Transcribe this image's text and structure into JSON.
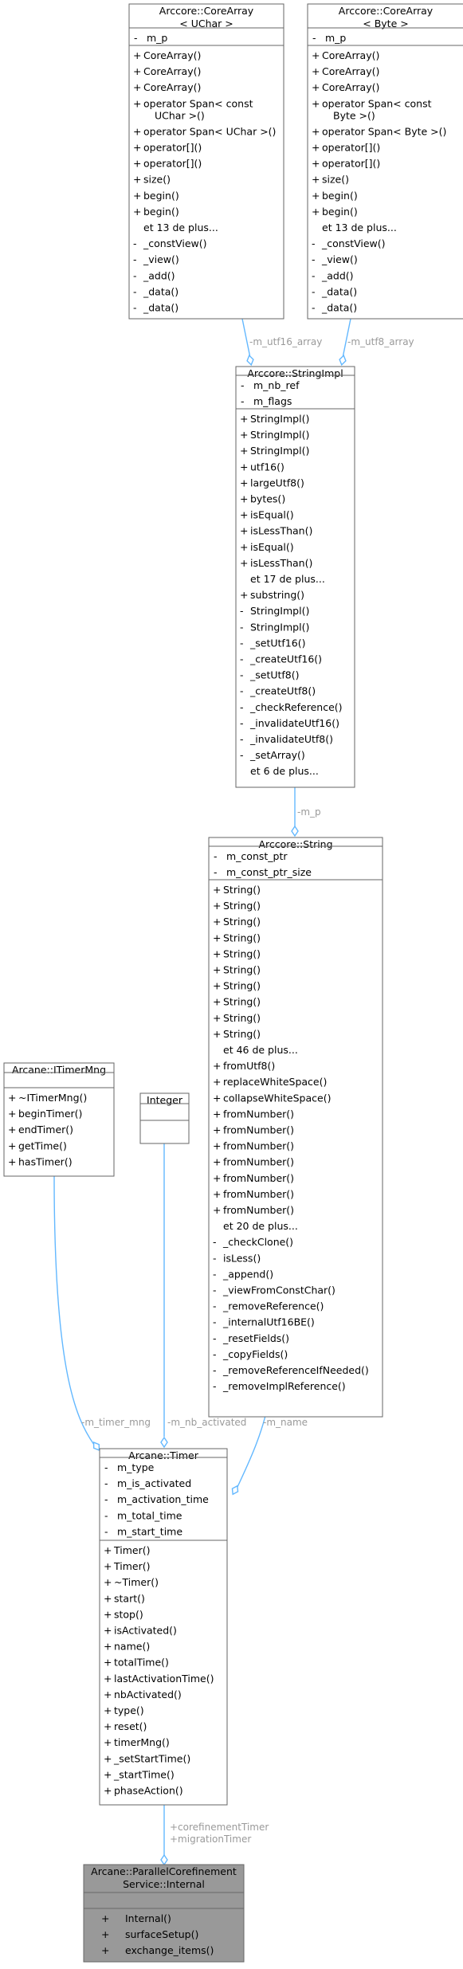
{
  "classes": {
    "corearray_uchar": {
      "title": [
        "Arccore::CoreArray",
        "< UChar >"
      ],
      "attributes": [
        {
          "v": "-",
          "t": "m_p"
        }
      ],
      "methods": [
        {
          "v": "+",
          "t": [
            "CoreArray()"
          ]
        },
        {
          "v": "+",
          "t": [
            "CoreArray()"
          ]
        },
        {
          "v": "+",
          "t": [
            "CoreArray()"
          ]
        },
        {
          "v": "+",
          "t": [
            "operator Span< const",
            "UChar >()"
          ]
        },
        {
          "v": "+",
          "t": [
            "operator Span< UChar >()"
          ]
        },
        {
          "v": "+",
          "t": [
            "operator[]()"
          ]
        },
        {
          "v": "+",
          "t": [
            "operator[]()"
          ]
        },
        {
          "v": "+",
          "t": [
            "size()"
          ]
        },
        {
          "v": "+",
          "t": [
            "begin()"
          ]
        },
        {
          "v": "+",
          "t": [
            "begin()"
          ]
        },
        {
          "v": "",
          "t": [
            "et 13 de plus..."
          ]
        },
        {
          "v": "-",
          "t": [
            "_constView()"
          ]
        },
        {
          "v": "-",
          "t": [
            "_view()"
          ]
        },
        {
          "v": "-",
          "t": [
            "_add()"
          ]
        },
        {
          "v": "-",
          "t": [
            "_data()"
          ]
        },
        {
          "v": "-",
          "t": [
            "_data()"
          ]
        }
      ]
    },
    "corearray_byte": {
      "title": [
        "Arccore::CoreArray",
        "< Byte >"
      ],
      "attributes": [
        {
          "v": "-",
          "t": "m_p"
        }
      ],
      "methods": [
        {
          "v": "+",
          "t": [
            "CoreArray()"
          ]
        },
        {
          "v": "+",
          "t": [
            "CoreArray()"
          ]
        },
        {
          "v": "+",
          "t": [
            "CoreArray()"
          ]
        },
        {
          "v": "+",
          "t": [
            "operator Span< const",
            "Byte >()"
          ]
        },
        {
          "v": "+",
          "t": [
            "operator Span< Byte >()"
          ]
        },
        {
          "v": "+",
          "t": [
            "operator[]()"
          ]
        },
        {
          "v": "+",
          "t": [
            "operator[]()"
          ]
        },
        {
          "v": "+",
          "t": [
            "size()"
          ]
        },
        {
          "v": "+",
          "t": [
            "begin()"
          ]
        },
        {
          "v": "+",
          "t": [
            "begin()"
          ]
        },
        {
          "v": "",
          "t": [
            "et 13 de plus..."
          ]
        },
        {
          "v": "-",
          "t": [
            "_constView()"
          ]
        },
        {
          "v": "-",
          "t": [
            "_view()"
          ]
        },
        {
          "v": "-",
          "t": [
            "_add()"
          ]
        },
        {
          "v": "-",
          "t": [
            "_data()"
          ]
        },
        {
          "v": "-",
          "t": [
            "_data()"
          ]
        }
      ]
    },
    "stringimpl": {
      "title": [
        "Arccore::StringImpl"
      ],
      "attributes": [
        {
          "v": "-",
          "t": "m_nb_ref"
        },
        {
          "v": "-",
          "t": "m_flags"
        }
      ],
      "methods": [
        {
          "v": "+",
          "t": [
            "StringImpl()"
          ]
        },
        {
          "v": "+",
          "t": [
            "StringImpl()"
          ]
        },
        {
          "v": "+",
          "t": [
            "StringImpl()"
          ]
        },
        {
          "v": "+",
          "t": [
            "utf16()"
          ]
        },
        {
          "v": "+",
          "t": [
            "largeUtf8()"
          ]
        },
        {
          "v": "+",
          "t": [
            "bytes()"
          ]
        },
        {
          "v": "+",
          "t": [
            "isEqual()"
          ]
        },
        {
          "v": "+",
          "t": [
            "isLessThan()"
          ]
        },
        {
          "v": "+",
          "t": [
            "isEqual()"
          ]
        },
        {
          "v": "+",
          "t": [
            "isLessThan()"
          ]
        },
        {
          "v": "",
          "t": [
            "et 17 de plus..."
          ]
        },
        {
          "v": "+",
          "t": [
            "substring()"
          ]
        },
        {
          "v": "-",
          "t": [
            "StringImpl()"
          ]
        },
        {
          "v": "-",
          "t": [
            "StringImpl()"
          ]
        },
        {
          "v": "-",
          "t": [
            "_setUtf16()"
          ]
        },
        {
          "v": "-",
          "t": [
            "_createUtf16()"
          ]
        },
        {
          "v": "-",
          "t": [
            "_setUtf8()"
          ]
        },
        {
          "v": "-",
          "t": [
            "_createUtf8()"
          ]
        },
        {
          "v": "-",
          "t": [
            "_checkReference()"
          ]
        },
        {
          "v": "-",
          "t": [
            "_invalidateUtf16()"
          ]
        },
        {
          "v": "-",
          "t": [
            "_invalidateUtf8()"
          ]
        },
        {
          "v": "-",
          "t": [
            "_setArray()"
          ]
        },
        {
          "v": "",
          "t": [
            "et 6 de plus..."
          ]
        }
      ]
    },
    "string": {
      "title": [
        "Arccore::String"
      ],
      "attributes": [
        {
          "v": "-",
          "t": "m_const_ptr"
        },
        {
          "v": "-",
          "t": "m_const_ptr_size"
        }
      ],
      "methods": [
        {
          "v": "+",
          "t": [
            "String()"
          ]
        },
        {
          "v": "+",
          "t": [
            "String()"
          ]
        },
        {
          "v": "+",
          "t": [
            "String()"
          ]
        },
        {
          "v": "+",
          "t": [
            "String()"
          ]
        },
        {
          "v": "+",
          "t": [
            "String()"
          ]
        },
        {
          "v": "+",
          "t": [
            "String()"
          ]
        },
        {
          "v": "+",
          "t": [
            "String()"
          ]
        },
        {
          "v": "+",
          "t": [
            "String()"
          ]
        },
        {
          "v": "+",
          "t": [
            "String()"
          ]
        },
        {
          "v": "+",
          "t": [
            "String()"
          ]
        },
        {
          "v": "",
          "t": [
            "et 46 de plus..."
          ]
        },
        {
          "v": "+",
          "t": [
            "fromUtf8()"
          ]
        },
        {
          "v": "+",
          "t": [
            "replaceWhiteSpace()"
          ]
        },
        {
          "v": "+",
          "t": [
            "collapseWhiteSpace()"
          ]
        },
        {
          "v": "+",
          "t": [
            "fromNumber()"
          ]
        },
        {
          "v": "+",
          "t": [
            "fromNumber()"
          ]
        },
        {
          "v": "+",
          "t": [
            "fromNumber()"
          ]
        },
        {
          "v": "+",
          "t": [
            "fromNumber()"
          ]
        },
        {
          "v": "+",
          "t": [
            "fromNumber()"
          ]
        },
        {
          "v": "+",
          "t": [
            "fromNumber()"
          ]
        },
        {
          "v": "+",
          "t": [
            "fromNumber()"
          ]
        },
        {
          "v": "",
          "t": [
            "et 20 de plus..."
          ]
        },
        {
          "v": "-",
          "t": [
            "_checkClone()"
          ]
        },
        {
          "v": "-",
          "t": [
            "isLess()"
          ]
        },
        {
          "v": "-",
          "t": [
            "_append()"
          ]
        },
        {
          "v": "-",
          "t": [
            "_viewFromConstChar()"
          ]
        },
        {
          "v": "-",
          "t": [
            "_removeReference()"
          ]
        },
        {
          "v": "-",
          "t": [
            "_internalUtf16BE()"
          ]
        },
        {
          "v": "-",
          "t": [
            "_resetFields()"
          ]
        },
        {
          "v": "-",
          "t": [
            "_copyFields()"
          ]
        },
        {
          "v": "-",
          "t": [
            "_removeReferenceIfNeeded()"
          ]
        },
        {
          "v": "-",
          "t": [
            "_removeImplReference()"
          ]
        }
      ]
    },
    "itimermng": {
      "title": [
        "Arcane::ITimerMng"
      ],
      "attributes": [],
      "methods": [
        {
          "v": "+",
          "t": [
            "~ITimerMng()"
          ]
        },
        {
          "v": "+",
          "t": [
            "beginTimer()"
          ]
        },
        {
          "v": "+",
          "t": [
            "endTimer()"
          ]
        },
        {
          "v": "+",
          "t": [
            "getTime()"
          ]
        },
        {
          "v": "+",
          "t": [
            "hasTimer()"
          ]
        }
      ]
    },
    "integer": {
      "title": [
        "Integer"
      ],
      "attributes": [],
      "methods": []
    },
    "timer": {
      "title": [
        "Arcane::Timer"
      ],
      "attributes": [
        {
          "v": "-",
          "t": "m_type"
        },
        {
          "v": "-",
          "t": "m_is_activated"
        },
        {
          "v": "-",
          "t": "m_activation_time"
        },
        {
          "v": "-",
          "t": "m_total_time"
        },
        {
          "v": "-",
          "t": "m_start_time"
        }
      ],
      "methods": [
        {
          "v": "+",
          "t": [
            "Timer()"
          ]
        },
        {
          "v": "+",
          "t": [
            "Timer()"
          ]
        },
        {
          "v": "+",
          "t": [
            "~Timer()"
          ]
        },
        {
          "v": "+",
          "t": [
            "start()"
          ]
        },
        {
          "v": "+",
          "t": [
            "stop()"
          ]
        },
        {
          "v": "+",
          "t": [
            "isActivated()"
          ]
        },
        {
          "v": "+",
          "t": [
            "name()"
          ]
        },
        {
          "v": "+",
          "t": [
            "totalTime()"
          ]
        },
        {
          "v": "+",
          "t": [
            "lastActivationTime()"
          ]
        },
        {
          "v": "+",
          "t": [
            "nbActivated()"
          ]
        },
        {
          "v": "+",
          "t": [
            "type()"
          ]
        },
        {
          "v": "+",
          "t": [
            "reset()"
          ]
        },
        {
          "v": "+",
          "t": [
            "timerMng()"
          ]
        },
        {
          "v": "+",
          "t": [
            "_setStartTime()"
          ]
        },
        {
          "v": "+",
          "t": [
            "_startTime()"
          ]
        },
        {
          "v": "+",
          "t": [
            "phaseAction()"
          ]
        }
      ]
    },
    "internal": {
      "title": [
        "Arcane::ParallelCorefinement",
        "Service::Internal"
      ],
      "attributes": [],
      "methods": [
        {
          "v": "+",
          "t": [
            "Internal()"
          ]
        },
        {
          "v": "+",
          "t": [
            "surfaceSetup()"
          ]
        },
        {
          "v": "+",
          "t": [
            "exchange_items()"
          ]
        }
      ]
    }
  },
  "edges": {
    "utf16": [
      "-m_utf16_array"
    ],
    "utf8": [
      "-m_utf8_array"
    ],
    "mp": [
      "-m_p"
    ],
    "timermng": [
      "-m_timer_mng"
    ],
    "nbact": [
      "-m_nb_activated"
    ],
    "name": [
      "-m_name"
    ],
    "timers": [
      "+corefinementTimer",
      "+migrationTimer"
    ]
  },
  "colors": {
    "box_border": "#666666",
    "edge": "#63b8ff",
    "edge_label": "#9a9a9a",
    "highlight_fill": "#999999"
  }
}
